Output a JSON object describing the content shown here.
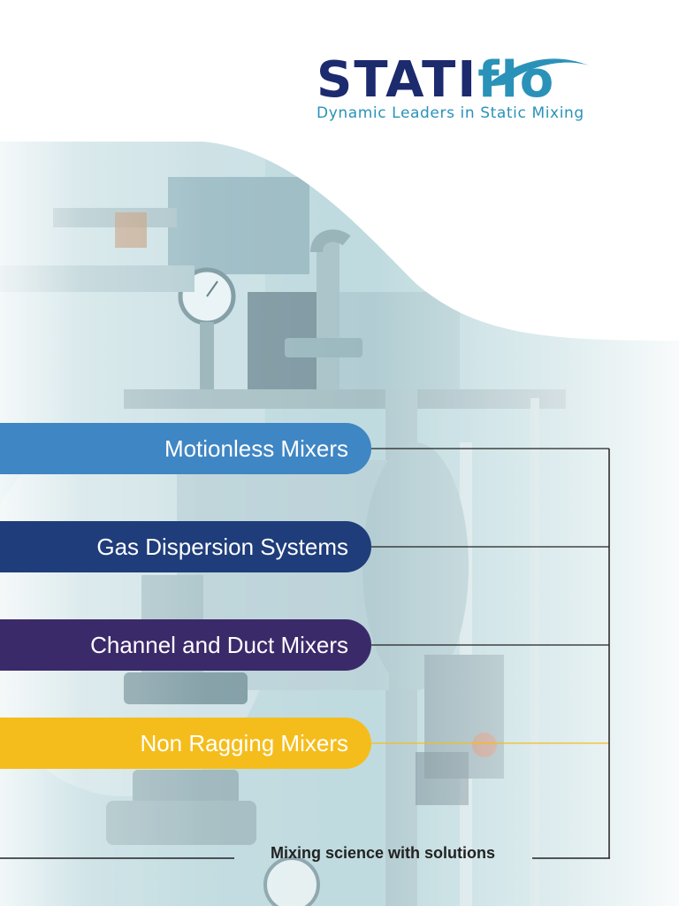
{
  "brand": {
    "logo_part1": "STATI",
    "logo_part2": "flo",
    "tagline": "Dynamic Leaders in Static Mixing",
    "logo_color_dark": "#1c2a6e",
    "logo_color_light": "#2a92b8"
  },
  "products": [
    {
      "label": "Motionless Mixers",
      "color": "#3f86c4",
      "line_color": "#3f86c4"
    },
    {
      "label": "Gas Dispersion Systems",
      "color": "#1f3d7a",
      "line_color": "#1f3d7a"
    },
    {
      "label": "Channel and Duct Mixers",
      "color": "#3b2a6a",
      "line_color": "#3b2a6a"
    },
    {
      "label": "Non Ragging Mixers",
      "color": "#f5bd1c",
      "line_color": "#f5bd1c"
    }
  ],
  "footer": {
    "slogan": "Mixing science with solutions"
  },
  "photo": {
    "tint_color": "#a9cfd6"
  }
}
